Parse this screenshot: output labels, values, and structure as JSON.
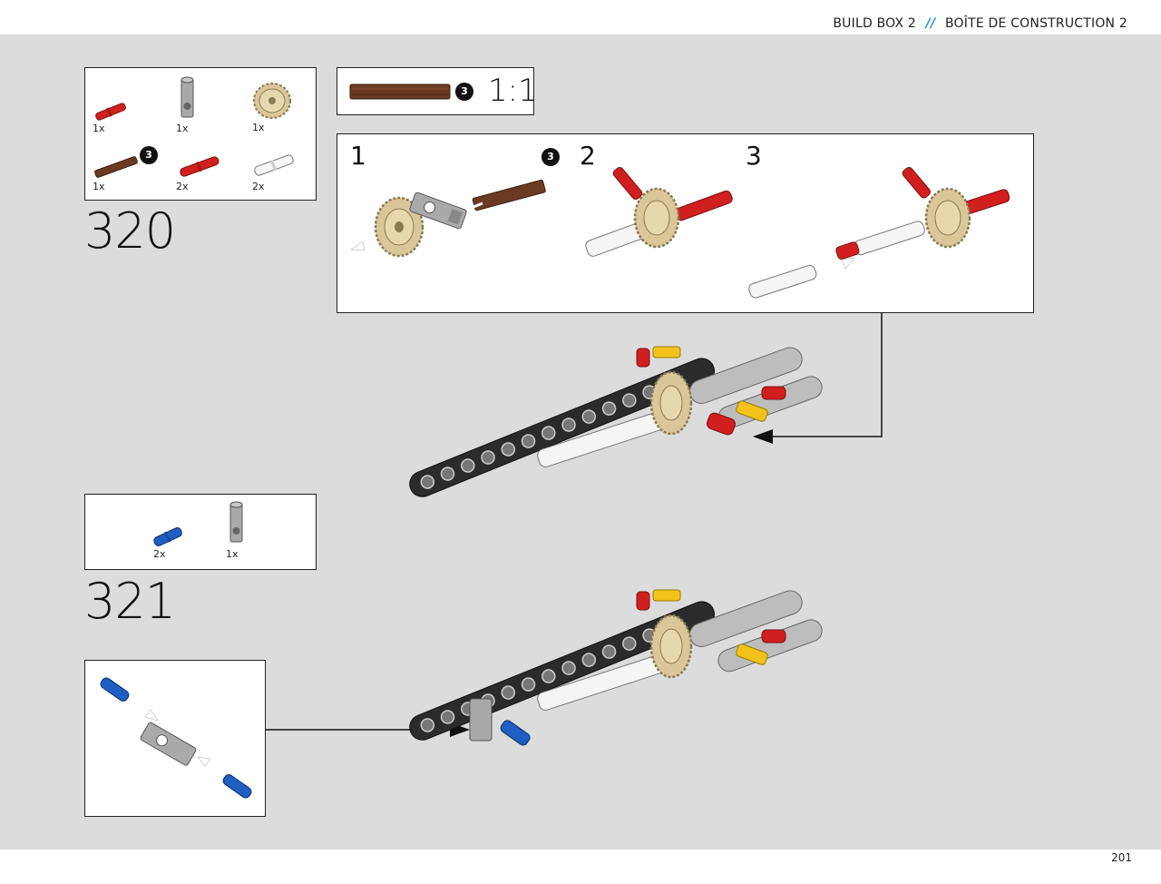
{
  "header": {
    "box_label": "BUILD BOX 2",
    "separator": "//",
    "box_label_fr": "BOÎTE DE CONSTRUCTION 2"
  },
  "page_number": "201",
  "step320": {
    "number": "320",
    "parts": [
      {
        "name": "red-axle-pin",
        "qty": "1x"
      },
      {
        "name": "grey-axle-connector",
        "qty": "1x"
      },
      {
        "name": "tan-gear",
        "qty": "1x"
      },
      {
        "name": "brown-axle",
        "qty": "1x",
        "badge": "3"
      },
      {
        "name": "red-pin",
        "qty": "2x"
      },
      {
        "name": "white-pin",
        "qty": "2x"
      }
    ],
    "callout": {
      "badge": "3",
      "scale": "1:1"
    },
    "substeps": [
      {
        "number": "1",
        "badge": "3"
      },
      {
        "number": "2"
      },
      {
        "number": "3"
      }
    ]
  },
  "step321": {
    "number": "321",
    "parts": [
      {
        "name": "blue-pin",
        "qty": "2x"
      },
      {
        "name": "grey-axle-connector",
        "qty": "1x"
      }
    ]
  },
  "colors": {
    "background": "#dcdcdc",
    "accent": "#1b8fd6",
    "red": "#d11f1f",
    "tan": "#d9c79a",
    "brown": "#6b3a22",
    "blue": "#1f5fc4",
    "yellow": "#f2c21b",
    "dark_beam": "#2b2b2b",
    "light_grey": "#bdbdbd"
  }
}
